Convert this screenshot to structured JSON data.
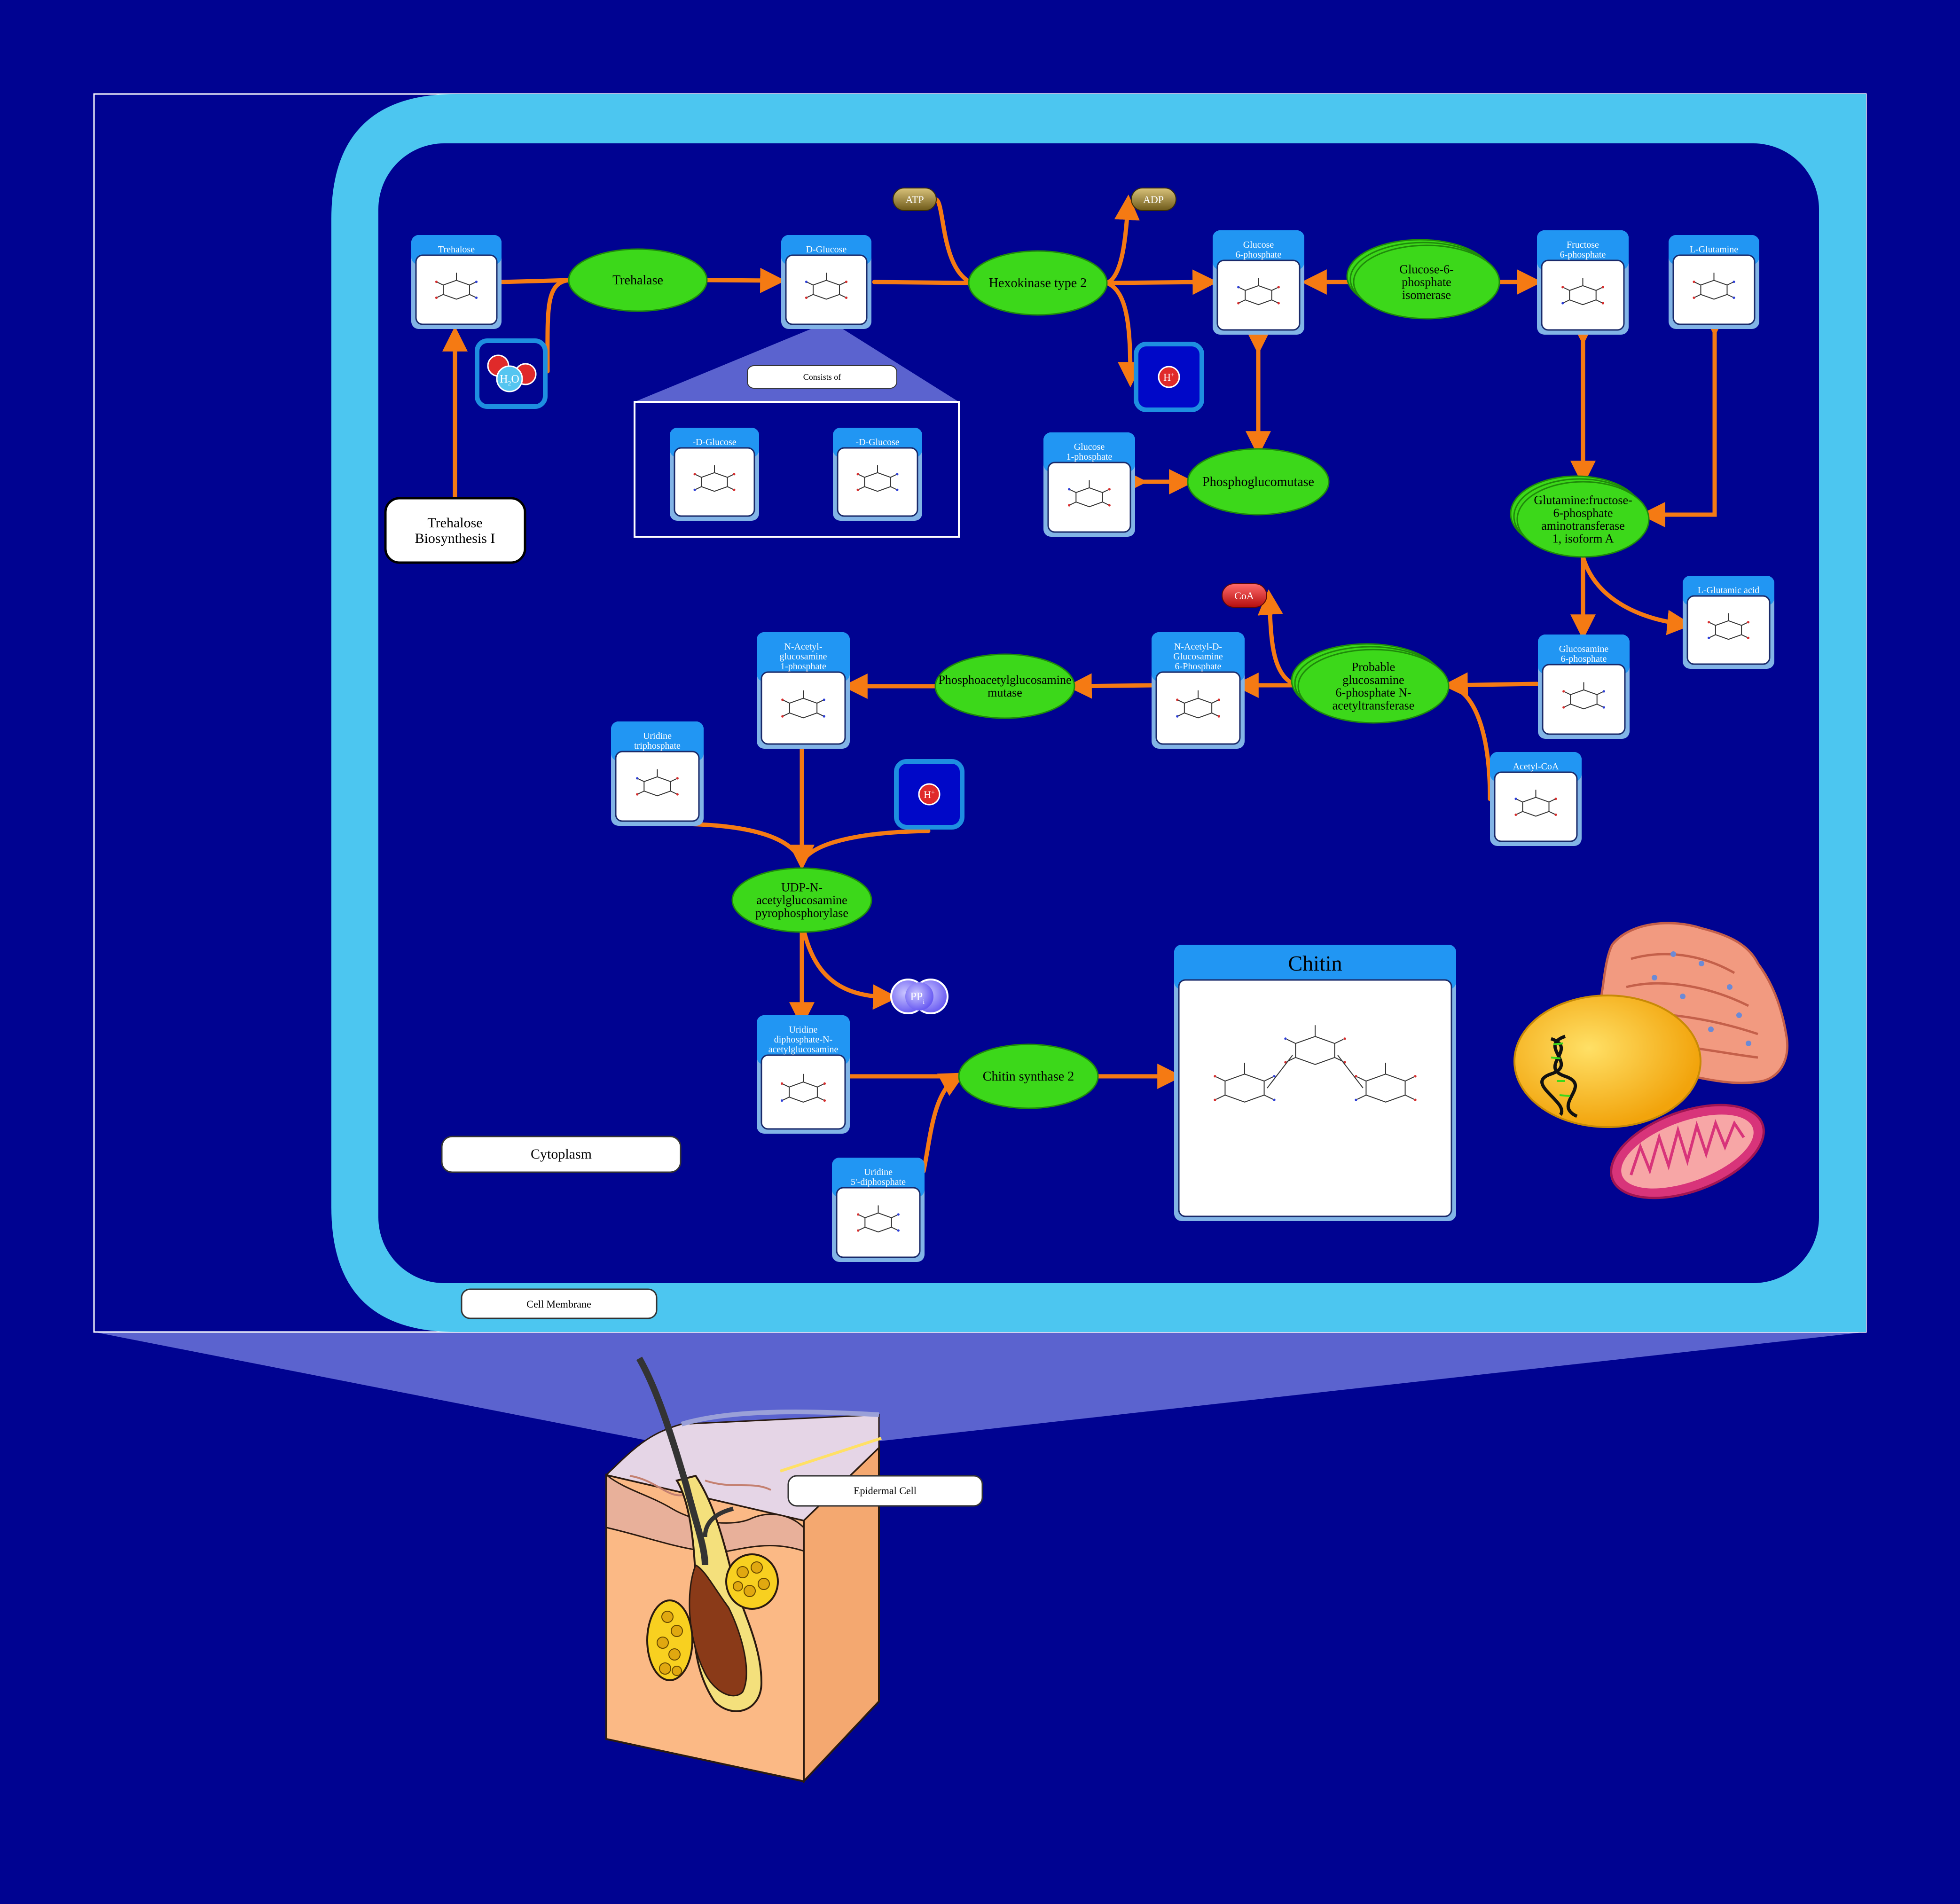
{
  "colors": {
    "background": "#000391",
    "membrane": "#4cc6f0",
    "compound_header": "#2196f3",
    "compound_border": "#82b4e6",
    "enzyme_fill": "#3cd81a",
    "enzyme_stroke": "#1f8a0a",
    "arrow": "#f57a13",
    "frame": "#ffffff",
    "zoom_fill": "#5b63cf"
  },
  "compounds": {
    "trehalose": "Trehalose",
    "d_glucose": "D-Glucose",
    "alpha_d_glucose": "-D-Glucose",
    "beta_d_glucose": "-D-Glucose",
    "glucose_6_phosphate": [
      "Glucose",
      "6-phosphate"
    ],
    "fructose_6_phosphate": [
      "Fructose",
      "6-phosphate"
    ],
    "l_glutamine": "L-Glutamine",
    "glucose_1_phosphate": [
      "Glucose",
      "1-phosphate"
    ],
    "l_glutamic_acid": "L-Glutamic acid",
    "glucosamine_6_phosphate": [
      "Glucosamine",
      "6-phosphate"
    ],
    "acetyl_coa": "Acetyl-CoA",
    "n_acetyl_glucosamine_6_phosphate": [
      "N-Acetyl-D-",
      "Glucosamine",
      "6-Phosphate"
    ],
    "n_acetyl_glucosamine_1_phosphate": [
      "N-Acetyl-",
      "glucosamine",
      "1-phosphate"
    ],
    "uridine_triphosphate": [
      "Uridine",
      "triphosphate"
    ],
    "udp_n_acetylglucosamine": [
      "Uridine",
      "diphosphate-N-",
      "acetylglucosamine"
    ],
    "uridine_5_diphosphate": [
      "Uridine",
      "5'-diphosphate"
    ],
    "chitin": "Chitin"
  },
  "enzymes": {
    "trehalase": [
      "Trehalase"
    ],
    "hexokinase": [
      "Hexokinase type 2"
    ],
    "g6p_isomerase": [
      "Glucose-6-",
      "phosphate",
      "isomerase"
    ],
    "phosphoglucomutase": [
      "Phosphoglucomutase"
    ],
    "gfat": [
      "Glutamine:fructose-",
      "6-phosphate",
      "aminotransferase",
      "1, isoform A"
    ],
    "gna": [
      "Probable",
      "glucosamine",
      "6-phosphate N-",
      "acetyltransferase"
    ],
    "pagm": [
      "Phosphoacetylglucosamine",
      "mutase"
    ],
    "uap": [
      "UDP-N-",
      "acetylglucosamine",
      "pyrophosphorylase"
    ],
    "chitin_synthase": [
      "Chitin synthase 2"
    ]
  },
  "small_molecules": {
    "atp": "ATP",
    "adp": "ADP",
    "coa": "CoA",
    "pp": "PP",
    "pp_sub": "i",
    "h2o_h": "H",
    "h2o_2": "2",
    "h2o_o": "O",
    "h_plus": "H",
    "h_plus_sup": "+"
  },
  "labels": {
    "trehalose_biosynthesis": [
      "Trehalose",
      "Biosynthesis I"
    ],
    "consists_of": "Consists of",
    "cytoplasm": "Cytoplasm",
    "cell_membrane": "Cell Membrane",
    "epidermal_cell": "Epidermal Cell"
  }
}
